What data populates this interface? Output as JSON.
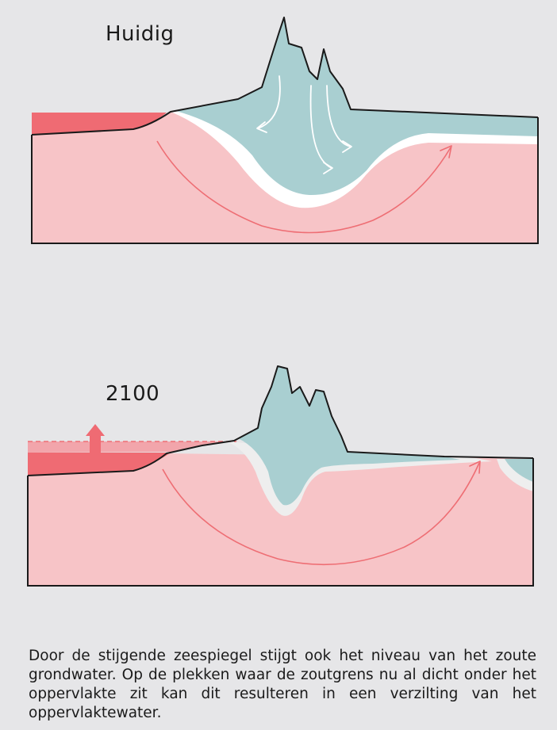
{
  "panels": {
    "top": {
      "label": "Huidig"
    },
    "bottom": {
      "label": "2100"
    }
  },
  "caption": "Door de stijgende zeespiegel stijgt ook het niveau van het zoute grondwater. Op de plekken waar de zoutgrens nu al dicht onder het oppervlakte zit kan dit resulteren in een verzilting van het oppervlaktewater.",
  "colors": {
    "background": "#e6e6e8",
    "salt_groundwater": "#f7c4c7",
    "sea": "#ef6b73",
    "sea_rise": "#f2a5ab",
    "fresh_water_lens": "#a9cfd1",
    "interface_band": "#ffffff",
    "outline": "#1a1a1a",
    "flow_arrow": "#ee6e74"
  }
}
